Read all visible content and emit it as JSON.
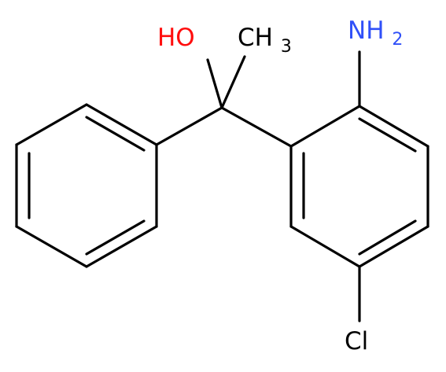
{
  "labels": {
    "hydroxyl": "HO",
    "methyl": "CH",
    "methyl_sub": "3",
    "amino": "NH",
    "amino_sub": "2",
    "chlorine": "Cl"
  },
  "colors": {
    "bond": "#000000",
    "oxygen": "#ff0d0d",
    "nitrogen": "#3050f8",
    "chlorine": "#000000",
    "carbon": "#000000",
    "background": "#ffffff"
  }
}
